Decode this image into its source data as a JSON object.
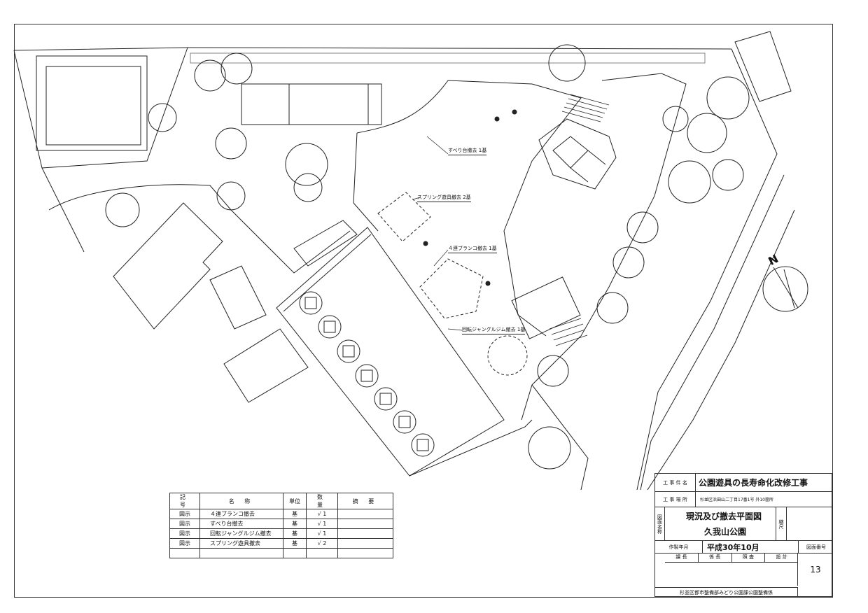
{
  "labels": {
    "slide": "すべり台撤去 1基",
    "spring": "スプリング遊具撤去 2基",
    "swing": "４連ブランコ撤去 1基",
    "jungle": "回転ジャングルジム撤去 1基"
  },
  "compass": {
    "north": "N"
  },
  "legend": {
    "headers": [
      "記 号",
      "名 称",
      "単位",
      "数 量",
      "摘 要"
    ],
    "rows": [
      {
        "symbol": "図示",
        "name": "４連ブランコ撤去",
        "unit": "基",
        "qty": "√ 1",
        "note": ""
      },
      {
        "symbol": "図示",
        "name": "すべり台撤去",
        "unit": "基",
        "qty": "√ 1",
        "note": ""
      },
      {
        "symbol": "図示",
        "name": "回転ジャングルジム撤去",
        "unit": "基",
        "qty": "√ 1",
        "note": ""
      },
      {
        "symbol": "図示",
        "name": "スプリング遊具撤去",
        "unit": "基",
        "qty": "√ 2",
        "note": ""
      }
    ]
  },
  "title_block": {
    "project_caption": "工 事 件 名",
    "project": "公園遊具の長寿命化改修工事",
    "site_caption": "工 事 場 所",
    "site": "杉並区浜田山二丁目17番1号 外10箇所",
    "drawing_caption": "図面名称",
    "drawing_title": "現況及び撤去平面図",
    "park_name": "久我山公園",
    "scale_caption": "縮尺",
    "scale_value": "",
    "date_caption": "作製年月",
    "date": "平成30年10月",
    "drawing_no_caption": "図面番号",
    "drawing_no": "13",
    "approvals": [
      "課 長",
      "係 長",
      "照 査",
      "設 計"
    ],
    "office": "杉並区都市整備部みどり公園課公園整備係"
  }
}
